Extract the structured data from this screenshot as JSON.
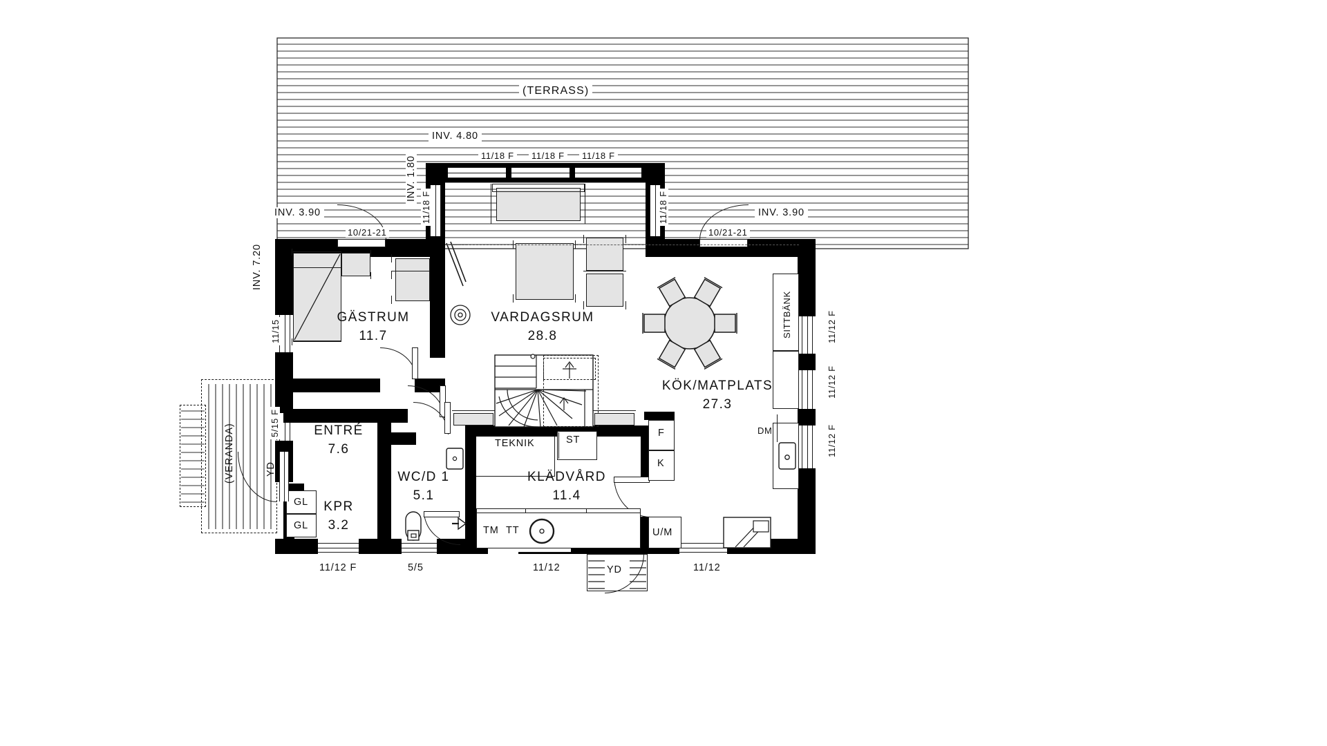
{
  "plan": {
    "title": "Floor plan drawing",
    "terrace_label": "(TERRASS)",
    "veranda_label": "(VERANDA)"
  },
  "rooms": [
    {
      "key": "gastrum",
      "name": "GÄSTRUM",
      "area": "11.7"
    },
    {
      "key": "vardagsrum",
      "name": "VARDAGSRUM",
      "area": "28.8"
    },
    {
      "key": "kok",
      "name": "KÖK/MATPLATS",
      "area": "27.3"
    },
    {
      "key": "entre",
      "name": "ENTRÉ",
      "area": "7.6"
    },
    {
      "key": "kpr",
      "name": "KPR",
      "area": "3.2"
    },
    {
      "key": "wc",
      "name": "WC/D 1",
      "area": "5.1"
    },
    {
      "key": "kladvard",
      "name": "KLÄDVÅRD",
      "area": "11.4"
    }
  ],
  "small_labels": {
    "teknik": "TEKNIK",
    "st": "ST",
    "sittbank": "SITTBÄNK",
    "dm": "DM",
    "f": "F",
    "k": "K",
    "um": "U/M",
    "tm": "TM",
    "tt": "TT",
    "gl1": "GL",
    "gl2": "GL",
    "yd_left": "YD",
    "yd_bottom": "YD"
  },
  "dimensions": {
    "inv_720": "INV. 7.20",
    "inv_390_left": "INV. 3.90",
    "inv_480": "INV. 4.80",
    "inv_180": "INV. 1.80",
    "inv_390_right": "INV. 3.90"
  },
  "openings": {
    "door_top_left": "10/21-21",
    "door_top_right": "10/21-21",
    "win_top_a": "11/18 F",
    "win_top_b": "11/18 F",
    "win_top_c": "11/18 F",
    "win_upper_left": "11/18 F",
    "win_upper_right": "11/18 F",
    "win_left_1115": "11/15",
    "win_left_515": "5/15 F",
    "win_right_1": "11/12 F",
    "win_right_2": "11/12 F",
    "win_right_3": "11/12 F",
    "win_bottom_1": "11/12 F",
    "win_bottom_2": "5/5",
    "win_bottom_3": "11/12",
    "win_bottom_4": "11/12"
  },
  "colors": {
    "wall": "#000000",
    "furniture_fill": "#e4e4e4",
    "stroke": "#1a1a1a",
    "paper": "#ffffff"
  }
}
